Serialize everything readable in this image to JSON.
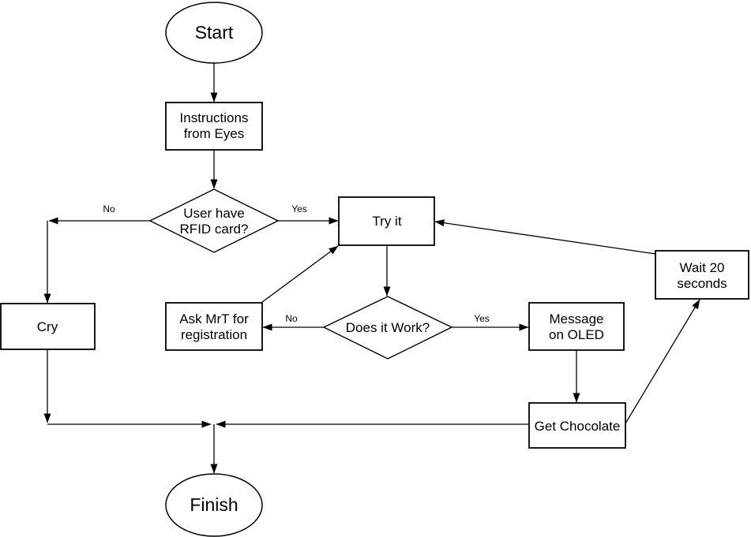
{
  "diagram": {
    "type": "flowchart",
    "background_color": "#ffffff",
    "stroke_color": "#000000",
    "text_color": "#000000"
  },
  "nodes": {
    "start": {
      "type": "ellipse",
      "lines": [
        "Start"
      ]
    },
    "instructions": {
      "type": "rect",
      "lines": [
        "Instructions",
        "from Eyes"
      ]
    },
    "rfid": {
      "type": "diamond",
      "lines": [
        "User have",
        "RFID card?"
      ]
    },
    "tryit": {
      "type": "rect",
      "lines": [
        "Try it"
      ]
    },
    "cry": {
      "type": "rect",
      "lines": [
        "Cry"
      ]
    },
    "askmrt": {
      "type": "rect",
      "lines": [
        "Ask MrT for",
        "registration"
      ]
    },
    "doeswork": {
      "type": "diamond",
      "lines": [
        "Does it Work?"
      ]
    },
    "message": {
      "type": "rect",
      "lines": [
        "Message",
        "on OLED"
      ]
    },
    "wait": {
      "type": "rect",
      "lines": [
        "Wait 20",
        "seconds"
      ]
    },
    "chocolate": {
      "type": "rect",
      "lines": [
        "Get Chocolate"
      ]
    },
    "finish": {
      "type": "ellipse",
      "lines": [
        "Finish"
      ]
    }
  },
  "edges": [
    {
      "from": "start",
      "to": "instructions",
      "label": ""
    },
    {
      "from": "instructions",
      "to": "rfid",
      "label": ""
    },
    {
      "from": "rfid",
      "to": "cry",
      "label": "No"
    },
    {
      "from": "rfid",
      "to": "tryit",
      "label": "Yes"
    },
    {
      "from": "askmrt",
      "to": "tryit",
      "label": ""
    },
    {
      "from": "tryit",
      "to": "doeswork",
      "label": ""
    },
    {
      "from": "doeswork",
      "to": "askmrt",
      "label": "No"
    },
    {
      "from": "doeswork",
      "to": "message",
      "label": "Yes"
    },
    {
      "from": "message",
      "to": "chocolate",
      "label": ""
    },
    {
      "from": "chocolate",
      "to": "wait",
      "label": ""
    },
    {
      "from": "wait",
      "to": "tryit",
      "label": ""
    },
    {
      "from": "cry",
      "to": "finish",
      "label": ""
    },
    {
      "from": "chocolate",
      "to": "finish",
      "label": ""
    }
  ]
}
